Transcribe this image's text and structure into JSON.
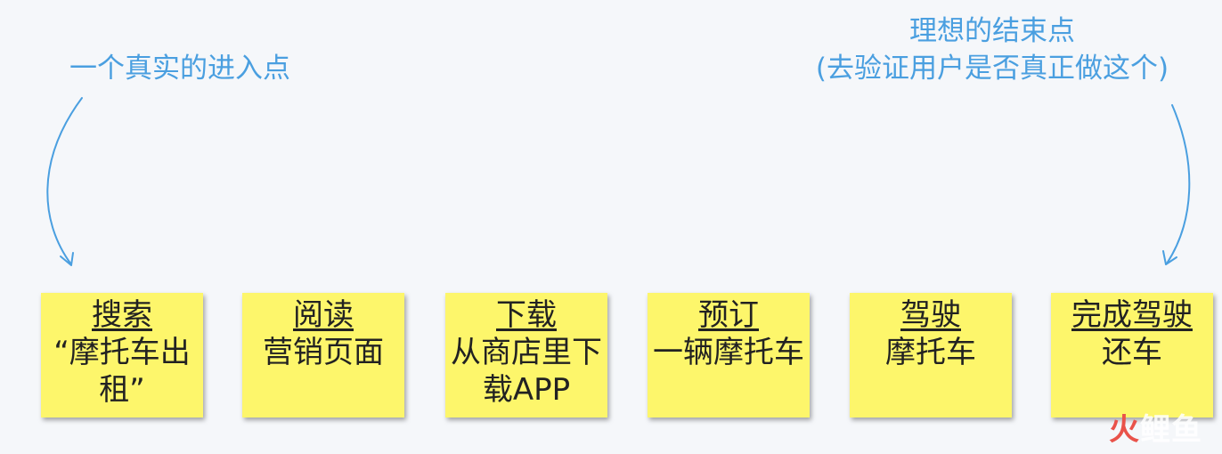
{
  "annotations": {
    "left": "一个真实的进入点",
    "right_line1": "理想的结束点",
    "right_line2": "(去验证用户是否真正做这个)"
  },
  "colors": {
    "annotation": "#4a9fe0",
    "note": "#fdf66b",
    "background": "#f5f7fa"
  },
  "notes": [
    {
      "title": "搜索",
      "body": "“摩托车出\n租”"
    },
    {
      "title": "阅读",
      "body": "营销页面"
    },
    {
      "title": "下载",
      "body": "从商店里下\n载APP"
    },
    {
      "title": "预订",
      "body": "一辆摩托车"
    },
    {
      "title": "驾驶",
      "body": "摩托车"
    },
    {
      "title": "完成驾驶",
      "body": "还车"
    }
  ],
  "watermark": {
    "part1": "火",
    "part2": "鲤鱼"
  }
}
